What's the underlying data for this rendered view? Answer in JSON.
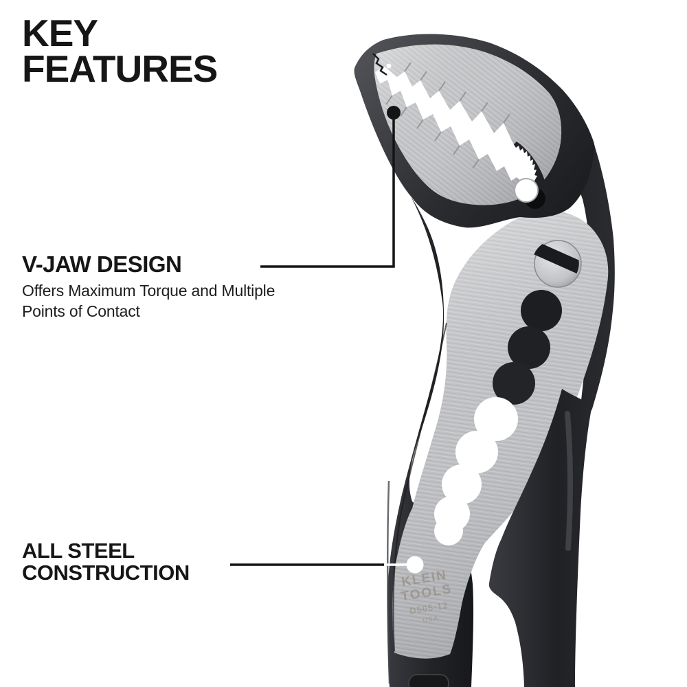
{
  "title": {
    "text": "KEY FEATURES"
  },
  "callouts": {
    "vjaw": {
      "heading": "V-JAW DESIGN",
      "description": "Offers Maximum Torque and Multiple Points of Contact"
    },
    "steel": {
      "heading": "ALL STEEL CONSTRUCTION"
    }
  },
  "product": {
    "name": "channel-lock water pump pliers",
    "stamp_brand_line1": "KLEIN",
    "stamp_brand_line2": "TOOLS",
    "stamp_model": "D505-12",
    "stamp_origin": "USA"
  },
  "colors": {
    "background": "#ffffff",
    "heading_text": "#161616",
    "body_text": "#1d1d1d",
    "leader_line": "#141414",
    "leader_dot_dark": "#141414",
    "leader_dot_light": "#ffffff",
    "tool_dark": "#26272b",
    "tool_silver": "#c8c9cb",
    "stamp_text": "#8f8478"
  }
}
